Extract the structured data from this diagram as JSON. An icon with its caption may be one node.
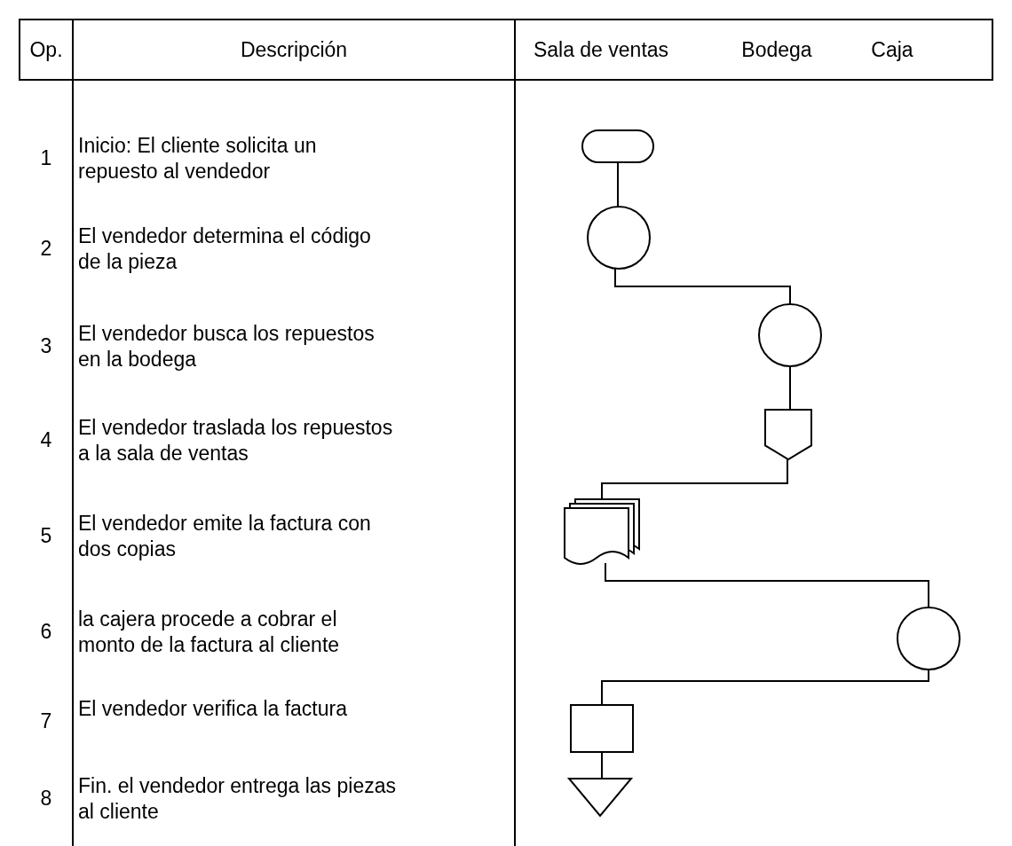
{
  "diagram": {
    "nodes": [
      {
        "text": [],
        "shape": "terminal"
      },
      {
        "text": [],
        "shape": "circle"
      },
      {
        "text": [],
        "shape": "circle"
      },
      {
        "text": [],
        "shape": "pentagon"
      },
      {
        "text": [],
        "shape": "document"
      },
      {
        "text": [],
        "shape": "circle"
      },
      {
        "text": [],
        "shape": "box"
      },
      {
        "text": [],
        "shape": "triangle"
      }
    ],
    "edges": [
      {
        "from": 0,
        "to": 1,
        "arrow": "none"
      },
      {
        "from": 1,
        "to": 2,
        "arrow": "none"
      },
      {
        "from": 2,
        "to": 3,
        "arrow": "none"
      },
      {
        "from": 3,
        "to": 4,
        "arrow": "none"
      },
      {
        "from": 4,
        "to": 5,
        "arrow": "none"
      },
      {
        "from": 5,
        "to": 6,
        "arrow": "none"
      },
      {
        "from": 6,
        "to": 7,
        "arrow": "none"
      }
    ],
    "labels": [
      "Op.",
      "Descripción",
      "Sala de ventas",
      "Bodega",
      "Caja",
      "1",
      "Inicio: El cliente solicita un repuesto al vendedor",
      "2",
      "El vendedor determina el código de la pieza",
      "3",
      "El vendedor busca los repuestos en la bodega",
      "4",
      "El vendedor traslada los repuestos a la sala de ventas",
      "5",
      "El vendedor emite la factura con dos copias",
      "6",
      "la cajera procede a cobrar el monto de la factura al cliente",
      "7",
      "El vendedor verifica la factura",
      "8",
      "Fin. el vendedor entrega las piezas al cliente"
    ]
  }
}
